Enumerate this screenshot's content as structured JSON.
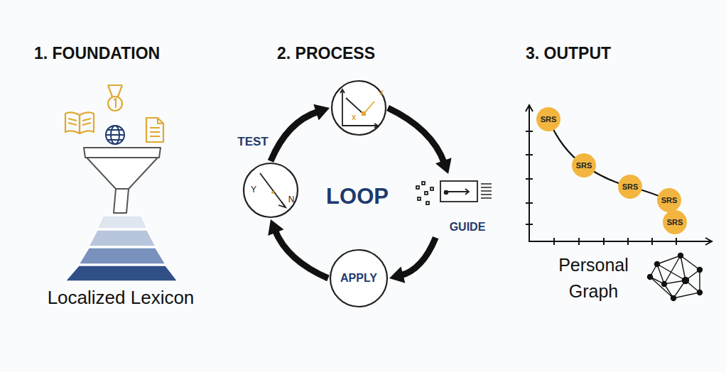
{
  "diagram": {
    "nodes": [
      {
        "text": [
          "TEST",
          "Y",
          "N"
        ]
      },
      {
        "text": [
          "x",
          "x"
        ]
      },
      {
        "text": [
          "GUIDE"
        ]
      },
      {
        "text": [
          "APPLY"
        ]
      },
      {
        "text": [
          "SRS"
        ]
      },
      {
        "text": [
          "SRS"
        ]
      },
      {
        "text": [
          "SRS"
        ]
      },
      {
        "text": [
          "SRS"
        ]
      },
      {
        "text": [
          "SRS"
        ]
      }
    ],
    "edges": [
      {
        "from": 0,
        "to": 1,
        "arrow": "to"
      },
      {
        "from": 1,
        "to": 2,
        "arrow": "to"
      },
      {
        "from": 2,
        "to": 3,
        "arrow": "to"
      },
      {
        "from": 3,
        "to": 0,
        "arrow": "to"
      }
    ],
    "labels": [
      "1. FOUNDATION",
      "2. PROCESS",
      "3. OUTPUT",
      "Localized Lexicon",
      "LOOP",
      "Personal Graph"
    ]
  }
}
